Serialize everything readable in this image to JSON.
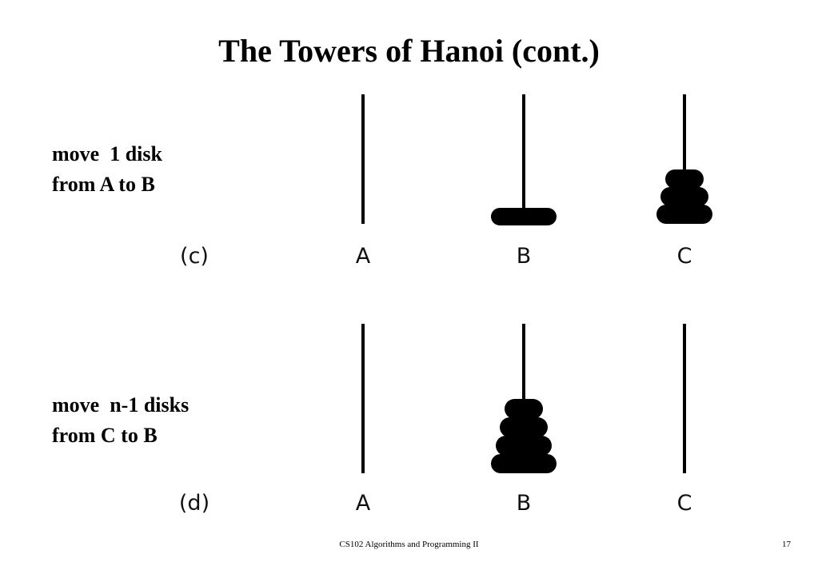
{
  "title": "The Towers of Hanoi (cont.)",
  "steps": [
    {
      "caption_lines": [
        "move  1 disk",
        "from A to B"
      ],
      "panel_label": "(c)",
      "pegs": [
        {
          "label": "A",
          "disks": 0
        },
        {
          "label": "B",
          "disks": 1
        },
        {
          "label": "C",
          "disks": 3
        }
      ]
    },
    {
      "caption_lines": [
        "move  n-1 disks",
        "from C to B"
      ],
      "panel_label": "(d)",
      "pegs": [
        {
          "label": "A",
          "disks": 0
        },
        {
          "label": "B",
          "disks": 4
        },
        {
          "label": "C",
          "disks": 0
        }
      ]
    }
  ],
  "footer": {
    "course": "CS102 Algorithms and Programming II",
    "page": "17"
  }
}
